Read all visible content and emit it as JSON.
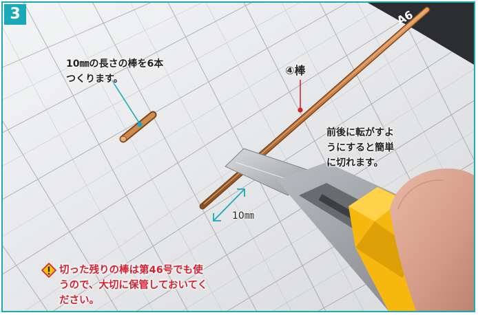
{
  "step": {
    "number": "3"
  },
  "callouts": {
    "length_note": [
      "10㎜の長さの棒を6本",
      "つくります。"
    ],
    "rod_label": "④棒",
    "tip": [
      "前後に転がすよ",
      "うにすると簡単",
      "に切れます。"
    ],
    "measure": "10㎜"
  },
  "warning": {
    "icon": "warning-diamond-icon",
    "lines": [
      "切った残りの棒は第46号でも使",
      "うので、大切に保管しておいてく",
      "ださい。"
    ]
  },
  "mat_marking": "A6",
  "colors": {
    "accent": "#19a9b8",
    "warning_text": "#d6202f",
    "pointer_line": "#d6202f",
    "cutter_yellow": "#f6b80f",
    "rod_wood": "#c47a3f"
  }
}
